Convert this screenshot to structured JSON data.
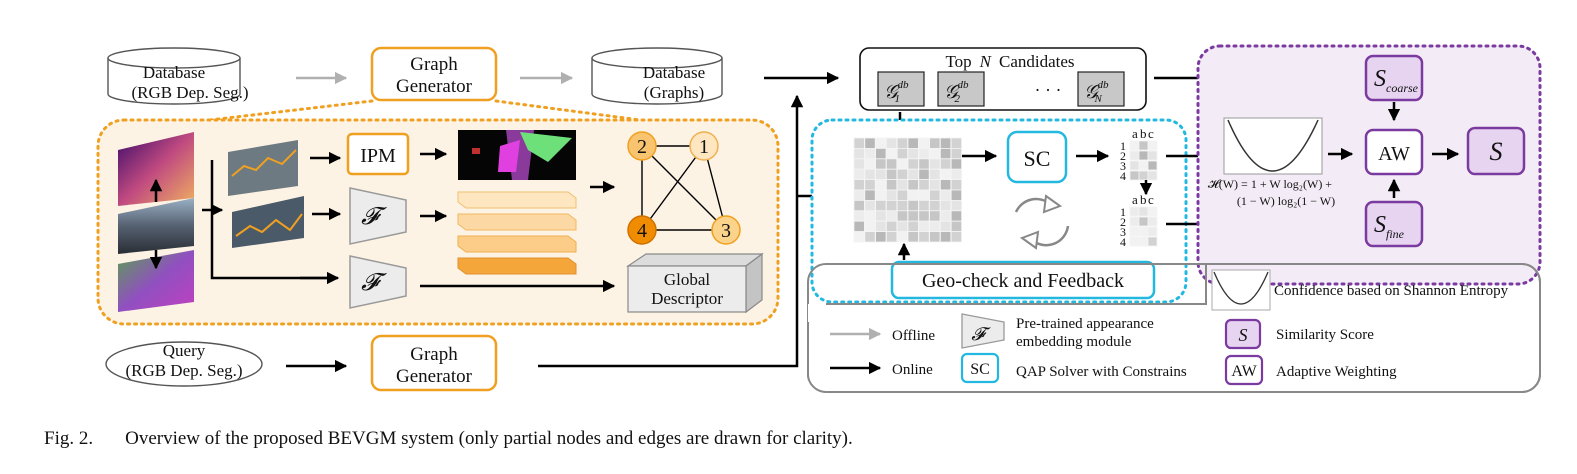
{
  "db_rgb": [
    "Database",
    "(RGB Dep. Seg.)"
  ],
  "graph_gen": [
    "Graph",
    "Generator"
  ],
  "db_graphs": [
    "Database",
    "(Graphs)"
  ],
  "query": [
    "Query",
    "(RGB Dep. Seg.)"
  ],
  "ipm_label": "IPM",
  "f_symbol": "𝓕",
  "global_descriptor": [
    "Global",
    "Descriptor"
  ],
  "graph_nodes": [
    "1",
    "2",
    "3",
    "4"
  ],
  "candidates": {
    "title": "Top N Candidates",
    "title_parts": [
      "Top",
      "N",
      "Candidates"
    ],
    "items": [
      {
        "base": "𝒢",
        "sup": "db",
        "sub": "1"
      },
      {
        "base": "𝒢",
        "sup": "db",
        "sub": "2"
      },
      {
        "base": "𝒢",
        "sup": "db",
        "sub": "N"
      }
    ],
    "ellipsis": "· · ·"
  },
  "sc_label": "SC",
  "geo_check": "Geo-check and Feedback",
  "matrix_headers": {
    "cols": [
      "a",
      "b",
      "c"
    ],
    "rows": [
      "1",
      "2",
      "3",
      "4"
    ]
  },
  "entropy_formula": [
    "𝓗(W) = 1 + W log₂(W) +",
    "(1 − W) log₂(1 − W)"
  ],
  "scores": {
    "coarse_base": "S",
    "coarse_sub": "coarse",
    "fine_base": "S",
    "fine_sub": "fine",
    "final": "S",
    "aw": "AW"
  },
  "legend": {
    "offline": "Offline",
    "online": "Online",
    "pretrained": [
      "Pre-trained appearance",
      "embedding module"
    ],
    "sc_box": "SC",
    "qap": "QAP Solver with Constrains",
    "s_box": "S",
    "similarity": "Similarity Score",
    "aw_box": "AW",
    "adaptive": "Adaptive Weighting",
    "confidence": "Confidence based on Shannon Entropy"
  },
  "colors": {
    "orange": "#f0a020",
    "orange_dark": "#f08c00",
    "cyan": "#22b8e0",
    "purple": "#7a3aa0",
    "purple_fill": "#e6d4f0",
    "gray_arrow": "#b0b0b0",
    "node_light": "#fde6c0"
  },
  "caption": {
    "fig": "Fig. 2.",
    "text": "Overview of the proposed BEVGM system (only partial nodes and edges are drawn for clarity)."
  }
}
